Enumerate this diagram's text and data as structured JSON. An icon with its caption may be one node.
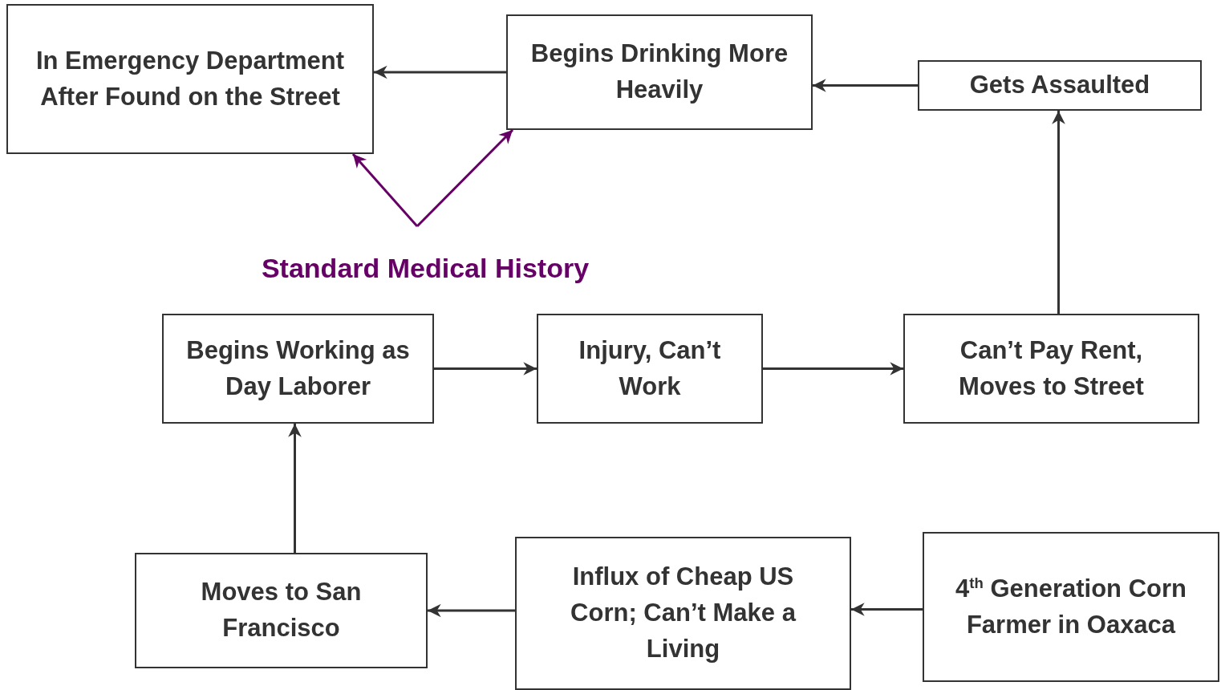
{
  "diagram": {
    "nodes": [
      {
        "text": [
          "In Emergency Department After Found on the Street"
        ]
      },
      {
        "text": [
          "Begins Drinking More Heavily"
        ]
      },
      {
        "text": [
          "Gets Assaulted"
        ]
      },
      {
        "text": [
          "Standard Medical History"
        ]
      },
      {
        "text": [
          "Begins Working as Day Laborer"
        ]
      },
      {
        "text": [
          "Injury, Can’t Work"
        ]
      },
      {
        "text": [
          "Can’t Pay Rent, Moves to Street"
        ]
      },
      {
        "text": [
          "Moves to San Francisco"
        ]
      },
      {
        "text": [
          "Influx of Cheap US Corn; Can’t Make a Living"
        ]
      },
      {
        "text": [
          "4$^{th}$ Generation Corn Farmer in Oaxaca"
        ]
      }
    ],
    "edges": [
      {
        "from": 1,
        "to": 0,
        "arrow": "to"
      },
      {
        "from": 2,
        "to": 1,
        "arrow": "to"
      },
      {
        "from": 6,
        "to": 2,
        "arrow": "to"
      },
      {
        "from": 4,
        "to": 5,
        "arrow": "to"
      },
      {
        "from": 5,
        "to": 6,
        "arrow": "to"
      },
      {
        "from": 9,
        "to": 8,
        "arrow": "to"
      },
      {
        "from": 8,
        "to": 7,
        "arrow": "to"
      },
      {
        "from": 7,
        "to": 4,
        "arrow": "to"
      },
      {
        "from": 3,
        "to": 0,
        "arrow": "to",
        "color": "#660066"
      },
      {
        "from": 3,
        "to": 1,
        "arrow": "to",
        "color": "#660066"
      }
    ]
  }
}
